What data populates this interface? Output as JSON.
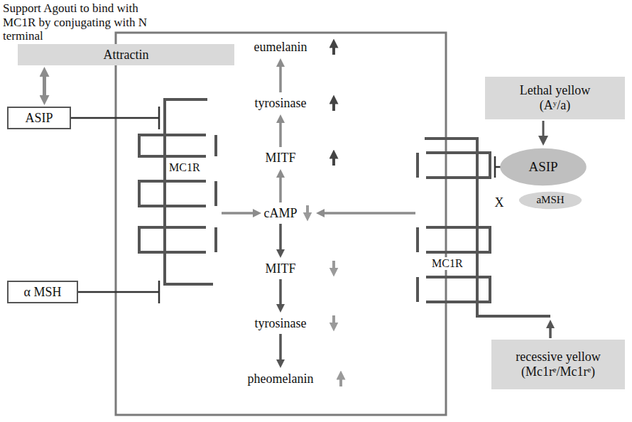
{
  "diagram": {
    "nodes": [
      {
        "text": [
          "Attractin"
        ]
      },
      {
        "text": [
          "ASIP"
        ]
      },
      {
        "text": [
          "α MSH"
        ]
      },
      {
        "text": [
          "Lethal yellow (Aʸ/a)"
        ]
      },
      {
        "text": [
          "ASIP"
        ]
      },
      {
        "text": [
          "aMSH"
        ]
      },
      {
        "text": [
          "recessive yellow (Mc1rᵉ/Mc1rᵉ)"
        ]
      }
    ],
    "edges": [
      {
        "from": 0,
        "to": 1,
        "arrow": "both"
      },
      {
        "from": 3,
        "to": 4,
        "arrow": "to"
      }
    ],
    "labels": [
      "Support Agouti to bind with MC1R by conjugating with N terminal",
      "eumelanin",
      "tyrosinase",
      "MITF",
      "cAMP",
      "MITF",
      "tyrosinase",
      "pheomelanin",
      "MC1R",
      "X",
      "MC1R"
    ]
  }
}
